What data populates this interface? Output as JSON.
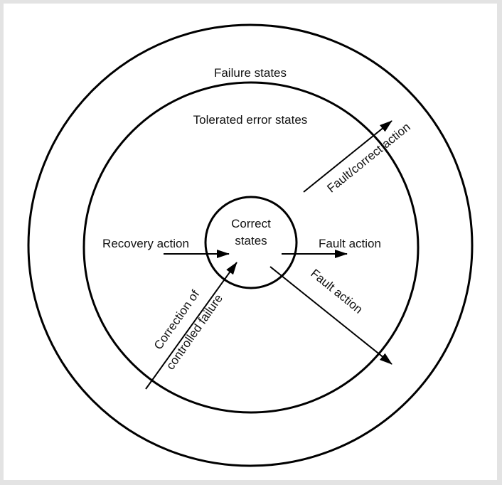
{
  "labels": {
    "failure_states": "Failure states",
    "tolerated_error_states": "Tolerated error states",
    "correct_states_line1": "Correct",
    "correct_states_line2": "states",
    "recovery_action": "Recovery action",
    "fault_action_right": "Fault action",
    "fault_action_diagonal": "Fault action",
    "fault_correct_action": "Fault/correct action",
    "correction_line1": "Correction of",
    "correction_line2": "controlled failure"
  }
}
